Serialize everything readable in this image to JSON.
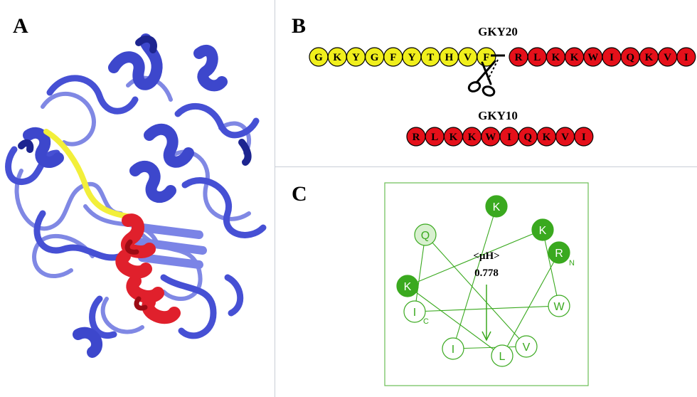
{
  "panels": {
    "a": "A",
    "b": "B",
    "c": "C"
  },
  "gky20": {
    "title": "GKY20",
    "segment1": [
      "G",
      "K",
      "Y",
      "G",
      "F",
      "Y",
      "T",
      "H",
      "V",
      "F"
    ],
    "segment2": [
      "R",
      "L",
      "K",
      "K",
      "W",
      "I",
      "Q",
      "K",
      "V",
      "I"
    ]
  },
  "gky10": {
    "title": "GKY10",
    "sequence": [
      "R",
      "L",
      "K",
      "K",
      "W",
      "I",
      "Q",
      "K",
      "V",
      "I"
    ]
  },
  "wheel": {
    "moment_label": "<µH>",
    "moment_value": "0.778",
    "n_label": "N",
    "c_label": "C",
    "residues": [
      {
        "letter": "K",
        "style": "dark"
      },
      {
        "letter": "K",
        "style": "dark"
      },
      {
        "letter": "R",
        "style": "dark"
      },
      {
        "letter": "Q",
        "style": "pale"
      },
      {
        "letter": "K",
        "style": "dark"
      },
      {
        "letter": "I",
        "style": "outline"
      },
      {
        "letter": "W",
        "style": "outline"
      },
      {
        "letter": "I",
        "style": "outline"
      },
      {
        "letter": "L",
        "style": "outline"
      },
      {
        "letter": "V",
        "style": "outline"
      }
    ]
  },
  "colors": {
    "protein": "#4a56d6",
    "protein_dark": "#1d2590",
    "helix_red": "#e0202c",
    "strand_yellow": "#f2ef3a",
    "bead_yellow": "#f0ef1c",
    "bead_red": "#e5101a",
    "wheel_green": "#3aa91f",
    "wheel_pale": "#d8f0cf"
  }
}
